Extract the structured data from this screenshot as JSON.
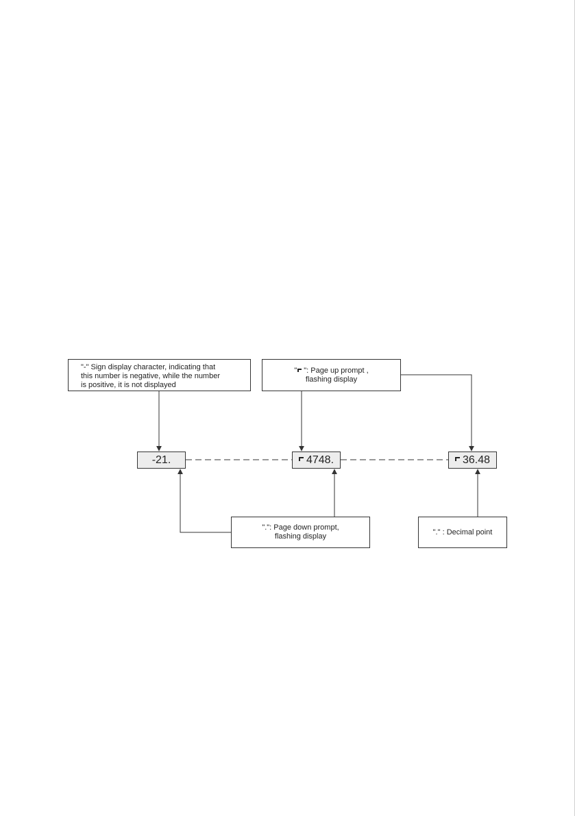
{
  "callouts": {
    "sign": {
      "line1": "\"-\" Sign display character, indicating that",
      "line2": "this number is negative, while the number",
      "line3": "is positive, it is not displayed"
    },
    "page_up": {
      "quote_open": "\"",
      "glyph_icon": "page-up-corner-glyph",
      "line1_rest": "\": Page up prompt ,",
      "line2": "flashing display"
    },
    "page_down": {
      "line1": "\".\": Page down prompt,",
      "line2": "flashing display"
    },
    "decimal": {
      "line1": "\".\" : Decimal point"
    }
  },
  "displays": [
    {
      "text": "-21.",
      "has_page_up_glyph": false
    },
    {
      "text": "4748.",
      "has_page_up_glyph": true
    },
    {
      "text": "36.48",
      "has_page_up_glyph": true
    }
  ],
  "colors": {
    "line": "#333333",
    "display_fill": "#ededed",
    "text": "#222222"
  }
}
